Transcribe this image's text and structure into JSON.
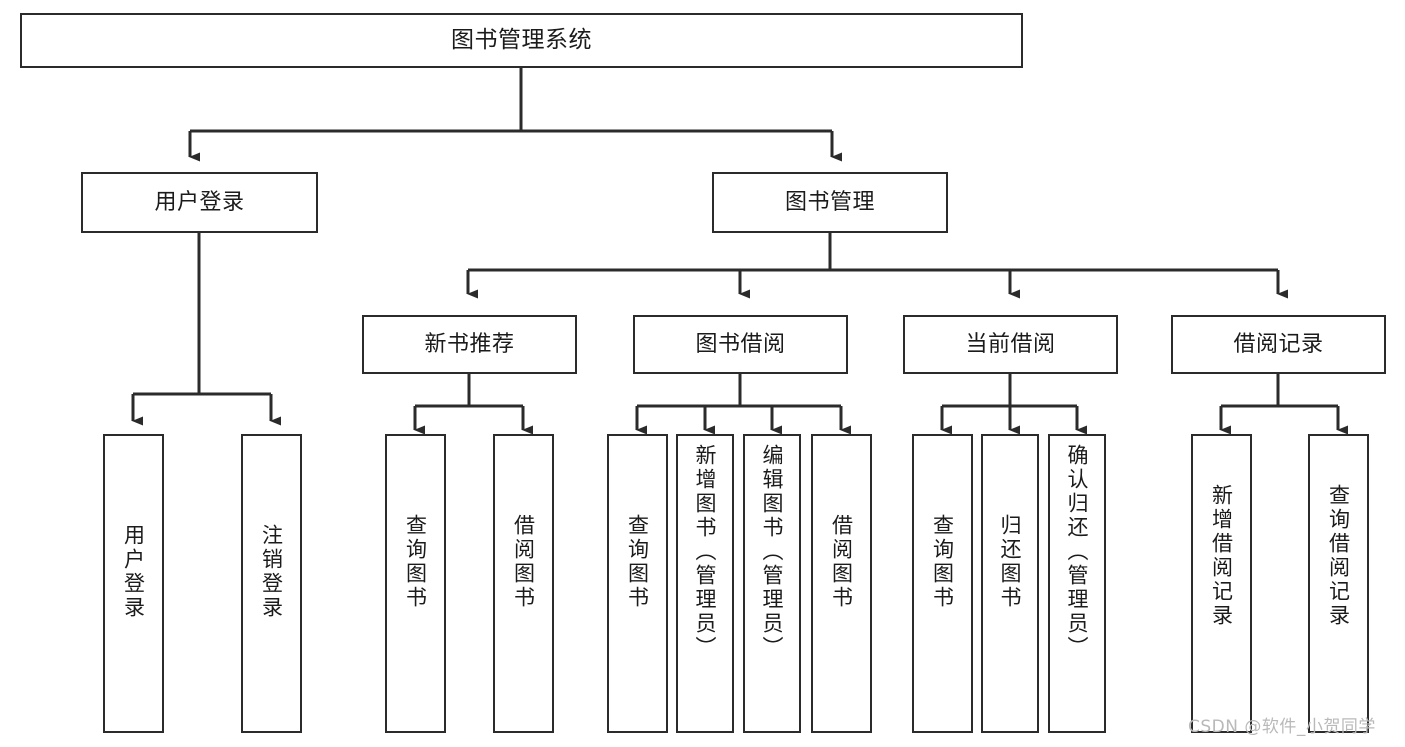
{
  "diagram": {
    "kind": "tree-hierarchy-diagram",
    "title": "图书管理系统",
    "watermark": "CSDN @软件_小贺同学",
    "style": {
      "background": "#ffffff",
      "box_border_color": "#2b2b2b",
      "box_fill": "#ffffff",
      "edge_color": "#2b2b2b",
      "text_color": "#1b1b1b",
      "watermark_color": "#b9b9b9"
    },
    "levels": {
      "level1": [
        "图书管理系统"
      ],
      "level2": [
        "用户登录",
        "图书管理"
      ],
      "level3": [
        "新书推荐",
        "图书借阅",
        "当前借阅",
        "借阅记录"
      ],
      "level4": [
        "用户登录",
        "注销登录",
        "查询图书",
        "借阅图书",
        "查询图书",
        "新增图书（管理员）",
        "编辑图书（管理员）",
        "借阅图书",
        "查询图书",
        "归还图书",
        "确认归还（管理员）",
        "新增借阅记录",
        "查询借阅记录"
      ]
    },
    "nodes": {
      "root": {
        "label": "图书管理系统"
      },
      "user_login": {
        "label": "用户登录"
      },
      "book_manage": {
        "label": "图书管理"
      },
      "new_book_rec": {
        "label": "新书推荐"
      },
      "book_borrow": {
        "label": "图书借阅"
      },
      "current_borrow": {
        "label": "当前借阅"
      },
      "borrow_record": {
        "label": "借阅记录"
      },
      "leaf_user_login": {
        "label": "用户登录"
      },
      "leaf_logout": {
        "label": "注销登录"
      },
      "leaf_query_book_1": {
        "label": "查询图书"
      },
      "leaf_borrow_book_1": {
        "label": "借阅图书"
      },
      "leaf_query_book_2": {
        "label": "查询图书"
      },
      "leaf_add_book_admin": {
        "label": "新增图书（管理员）"
      },
      "leaf_edit_book_admin": {
        "label": "编辑图书（管理员）"
      },
      "leaf_borrow_book_2": {
        "label": "借阅图书"
      },
      "leaf_query_book_3": {
        "label": "查询图书"
      },
      "leaf_return_book": {
        "label": "归还图书"
      },
      "leaf_confirm_return_admin": {
        "label": "确认归还（管理员）"
      },
      "leaf_add_record": {
        "label": "新增借阅记录"
      },
      "leaf_query_record": {
        "label": "查询借阅记录"
      }
    },
    "edges": [
      {
        "from": "root",
        "to": "user_login"
      },
      {
        "from": "root",
        "to": "book_manage"
      },
      {
        "from": "user_login",
        "to": "leaf_user_login"
      },
      {
        "from": "user_login",
        "to": "leaf_logout"
      },
      {
        "from": "book_manage",
        "to": "new_book_rec"
      },
      {
        "from": "book_manage",
        "to": "book_borrow"
      },
      {
        "from": "book_manage",
        "to": "current_borrow"
      },
      {
        "from": "book_manage",
        "to": "borrow_record"
      },
      {
        "from": "new_book_rec",
        "to": "leaf_query_book_1"
      },
      {
        "from": "new_book_rec",
        "to": "leaf_borrow_book_1"
      },
      {
        "from": "book_borrow",
        "to": "leaf_query_book_2"
      },
      {
        "from": "book_borrow",
        "to": "leaf_add_book_admin"
      },
      {
        "from": "book_borrow",
        "to": "leaf_edit_book_admin"
      },
      {
        "from": "book_borrow",
        "to": "leaf_borrow_book_2"
      },
      {
        "from": "current_borrow",
        "to": "leaf_query_book_3"
      },
      {
        "from": "current_borrow",
        "to": "leaf_return_book"
      },
      {
        "from": "current_borrow",
        "to": "leaf_confirm_return_admin"
      },
      {
        "from": "borrow_record",
        "to": "leaf_add_record"
      },
      {
        "from": "borrow_record",
        "to": "leaf_query_record"
      }
    ]
  }
}
